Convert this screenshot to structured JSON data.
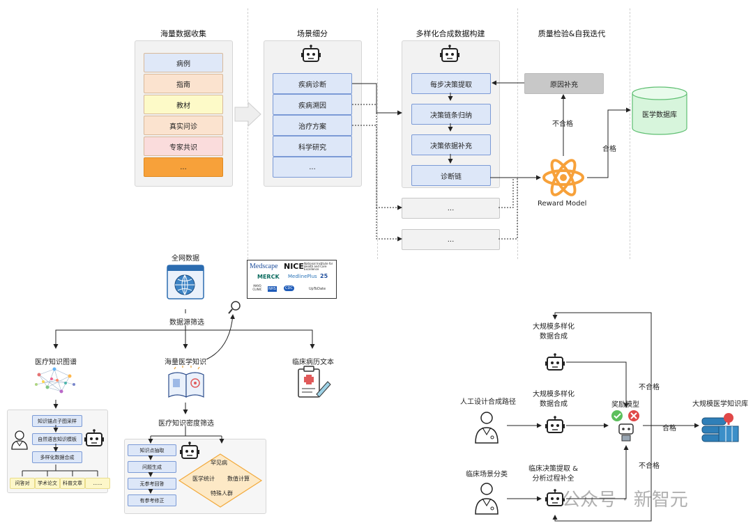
{
  "top": {
    "col1": {
      "title": "海量数据收集",
      "items": [
        "病例",
        "指南",
        "教材",
        "真实问诊",
        "专家共识",
        "..."
      ],
      "colors": [
        "#dfe8f8",
        "#fbe3cf",
        "#fdfac8",
        "#fbe3cf",
        "#fadcdc",
        "#f7a13a"
      ]
    },
    "col2": {
      "title": "场景细分",
      "items": [
        "疾病诊断",
        "疾病溯因",
        "治疗方案",
        "科学研究",
        "..."
      ]
    },
    "col3": {
      "title": "多样化合成数据构建",
      "items": [
        "每步决策提取",
        "决策链条归纳",
        "决策依据补充",
        "诊断链"
      ],
      "extra": [
        "...",
        "..."
      ]
    },
    "col4": {
      "title": "质量检验&自我迭代",
      "supplement": "原因补充",
      "fail": "不合格",
      "pass": "合格",
      "reward": "Reward Model"
    },
    "db": "医学数据库"
  },
  "bottom_left": {
    "web_data": "全网数据",
    "source_filter": "数据源筛选",
    "kg": "医疗知识图谱",
    "mass": "海量医学知识",
    "emr": "临床病历文本",
    "density_filter": "医疗知识密度筛选",
    "kg_steps": [
      "知识锚点子图采样",
      "自然语言知识模板",
      "多样化数据合成"
    ],
    "kg_outputs": [
      "问答对",
      "学术论文",
      "科普文章",
      "......"
    ],
    "density_steps": [
      "知识点抽取",
      "问题生成",
      "无参考回答",
      "有参考修正"
    ],
    "diamond": [
      "罕见病",
      "医学统计",
      "数值计算",
      "特殊人群"
    ],
    "sources": {
      "medscape": "Medscape",
      "nice": "NICE",
      "nice_sub": "National Institute for Health and Care Excellence",
      "merck": "MERCK",
      "medline": "MedlinePlus",
      "n25": "25",
      "mayo": "MAYO CLINIC",
      "nhs": "NHS",
      "cdc": "CDC",
      "uptodate": "UpToDate"
    }
  },
  "bottom_right": {
    "manual": "人工设计合成路径",
    "clinical": "临床场景分类",
    "large1": "大规模多样化\n数据合成",
    "large2": "大规模多样化\n数据合成",
    "decision": "临床决策提取 &\n分析过程补全",
    "reward": "奖励模型",
    "fail": "不合格",
    "pass": "合格",
    "kb": "大规模医学知识库",
    "watermark": "公众号 · 新智元"
  }
}
